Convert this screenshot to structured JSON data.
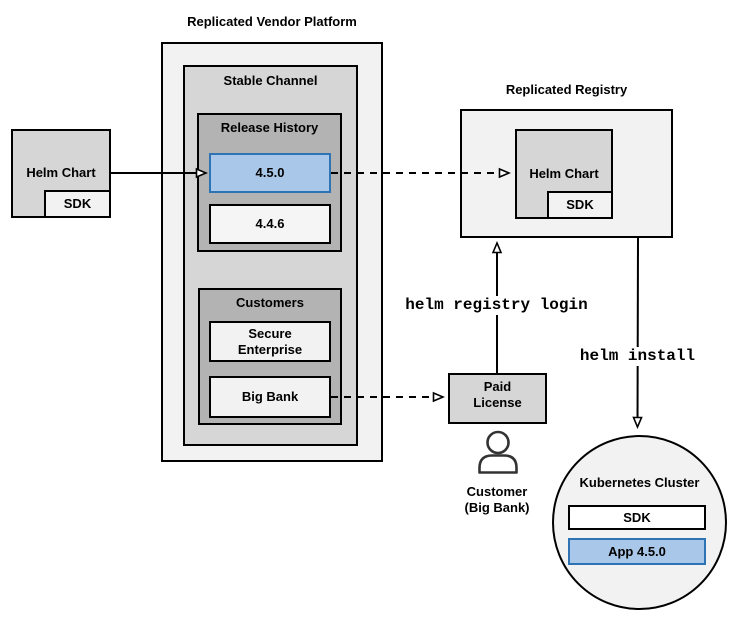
{
  "colors": {
    "blue_fill": "#a9c7e8",
    "blue_border": "#2e74b5",
    "blue_text": "#1d5288",
    "gray_light": "#f2f2f2",
    "gray_mid": "#d6d6d6",
    "gray_dark": "#b3b3b3",
    "line_color": "#000000",
    "person_icon_color": "#333333"
  },
  "vendor_platform": {
    "title": "Replicated Vendor Platform",
    "stable_channel": {
      "title": "Stable Channel",
      "release_history": {
        "title": "Release History",
        "releases": [
          {
            "version": "4.5.0",
            "highlighted": true
          },
          {
            "version": "4.4.6",
            "highlighted": false
          }
        ]
      },
      "customers": {
        "title": "Customers",
        "items": [
          {
            "name": "Secure Enterprise"
          },
          {
            "name": "Big Bank"
          }
        ]
      }
    }
  },
  "source_chart": {
    "label": "Helm Chart",
    "sdk_label": "SDK"
  },
  "registry": {
    "title": "Replicated Registry",
    "chart_label": "Helm Chart",
    "sdk_label": "SDK"
  },
  "license": {
    "line1": "Paid",
    "line2": "License"
  },
  "customer": {
    "line1": "Customer",
    "line2": "(Big Bank)"
  },
  "cluster": {
    "title": "Kubernetes Cluster",
    "sdk_label": "SDK",
    "app_label": "App 4.5.0"
  },
  "commands": {
    "registry_login": "helm registry login",
    "install": "helm install"
  },
  "icons": {
    "person": "person-icon"
  }
}
